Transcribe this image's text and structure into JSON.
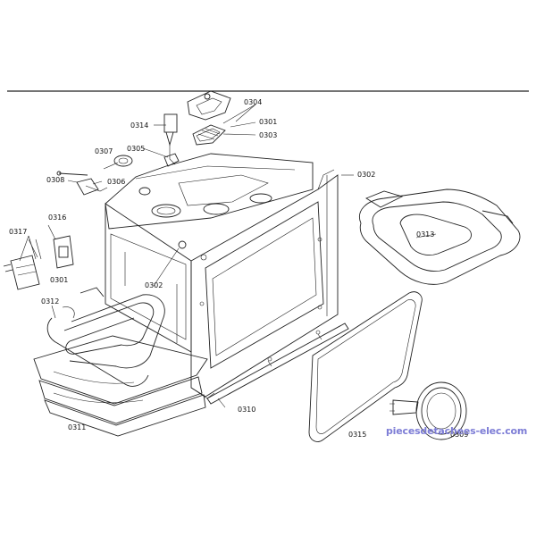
{
  "labels": {
    "l0304": "0304",
    "l0301a": "0301",
    "l0303": "0303",
    "l0314": "0314",
    "l0307": "0307",
    "l0305": "0305",
    "l0308": "0308",
    "l0306": "0306",
    "l0302a": "0302",
    "l0302b": "0302",
    "l0316": "0316",
    "l0317": "0317",
    "l0301b": "0301",
    "l0312": "0312",
    "l0313": "0313",
    "l0310": "0310",
    "l0311": "0311",
    "l0315": "0315",
    "l0309": "0309"
  },
  "watermark": "piecesdetachees-elec.com",
  "colors": {
    "line": "#222222",
    "watermark": "#7d7dd6",
    "background": "#ffffff"
  }
}
